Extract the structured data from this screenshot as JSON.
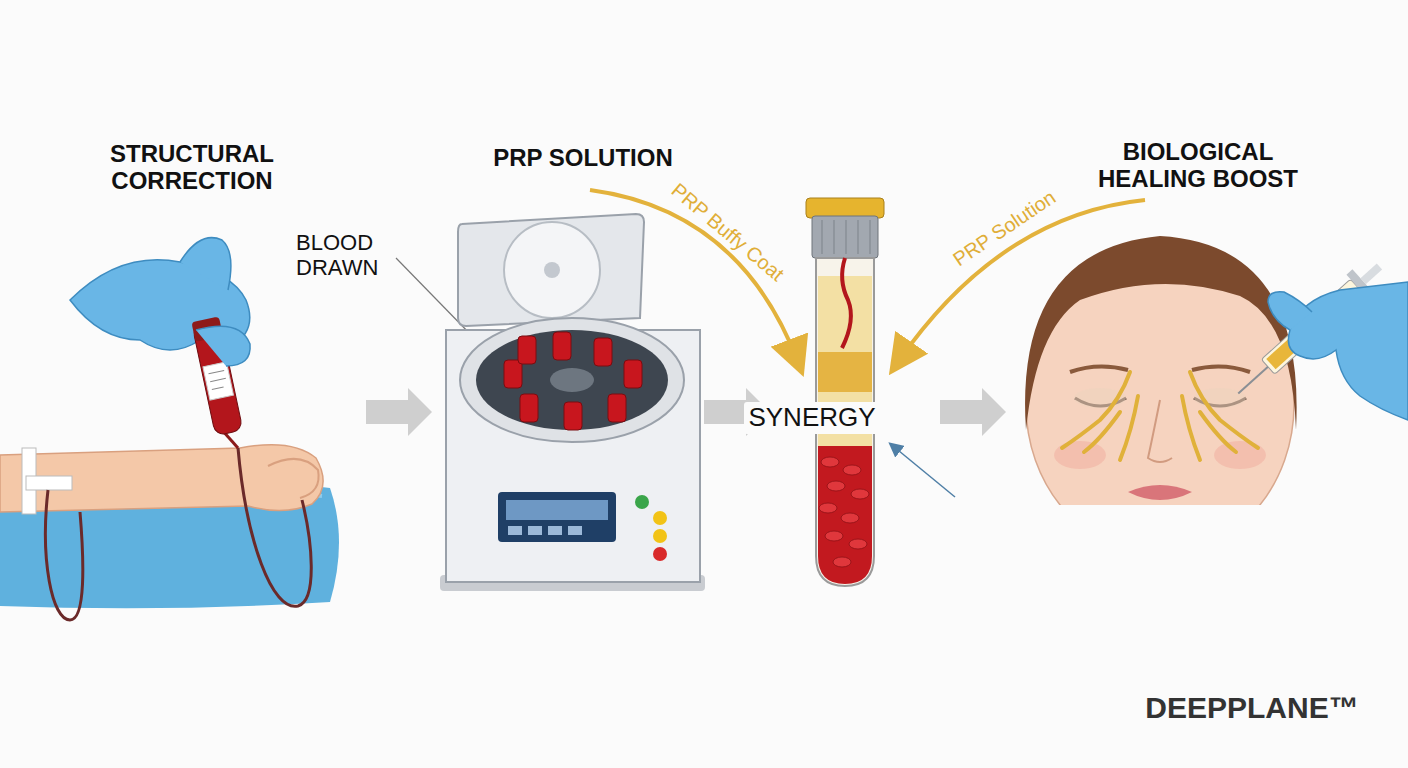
{
  "diagram": {
    "labels": [
      "STRUCTURAL CORRECTION",
      "BLOOD DRAWN",
      "PRP SOLUTION",
      "PRP Buffy Coat",
      "SYNERGY",
      "PRP Solution",
      "BIOLOGICAL HEALING BOOST",
      "DEEPPLANE™"
    ]
  }
}
